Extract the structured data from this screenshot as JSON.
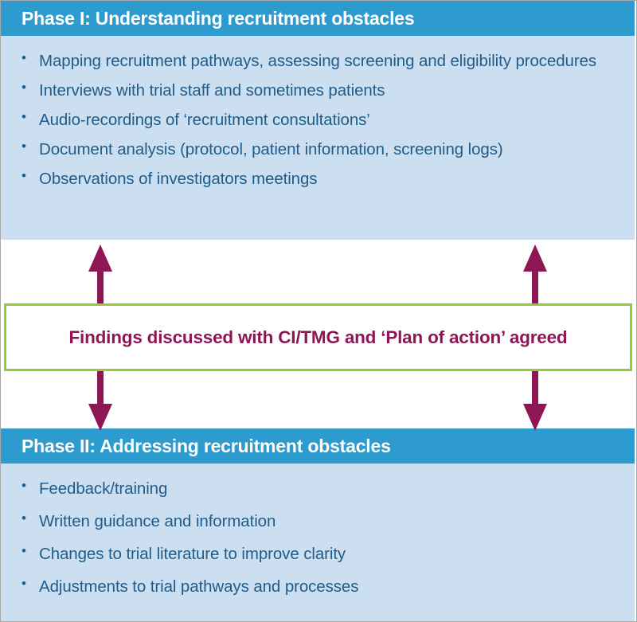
{
  "figure": {
    "title": "Two-phase qualitative recruitment intervention (QuinteT) flow diagram",
    "colors": {
      "header_blue": "#2e9bce",
      "body_light_blue": "#ccdff0",
      "body_text_blue": "#1f5c8b",
      "arrow_magenta": "#8e1655",
      "findings_border_green": "#97c93d",
      "findings_text_magenta": "#8e1655",
      "outer_border_grey": "#a8a8a8",
      "header_text_white": "#ffffff"
    }
  },
  "phase1": {
    "header": "Phase I: Understanding recruitment obstacles",
    "bullets": [
      "Mapping recruitment pathways, assessing screening and eligibility procedures",
      "Interviews with trial staff and sometimes patients",
      "Audio-recordings of ‘recruitment consultations’",
      "Document analysis (protocol, patient information, screening logs)",
      "Observations of investigators meetings"
    ]
  },
  "findings": {
    "text": "Findings discussed with CI/TMG and ‘Plan of action’ agreed"
  },
  "phase2": {
    "header": "Phase II: Addressing recruitment obstacles",
    "bullets": [
      "Feedback/training",
      "Written guidance and information",
      "Changes to trial literature to improve clarity",
      "Adjustments to trial pathways and processes"
    ]
  },
  "arrows": {
    "up_left": "arrow-up-icon",
    "up_right": "arrow-up-icon",
    "down_left": "arrow-down-icon",
    "down_right": "arrow-down-icon"
  }
}
